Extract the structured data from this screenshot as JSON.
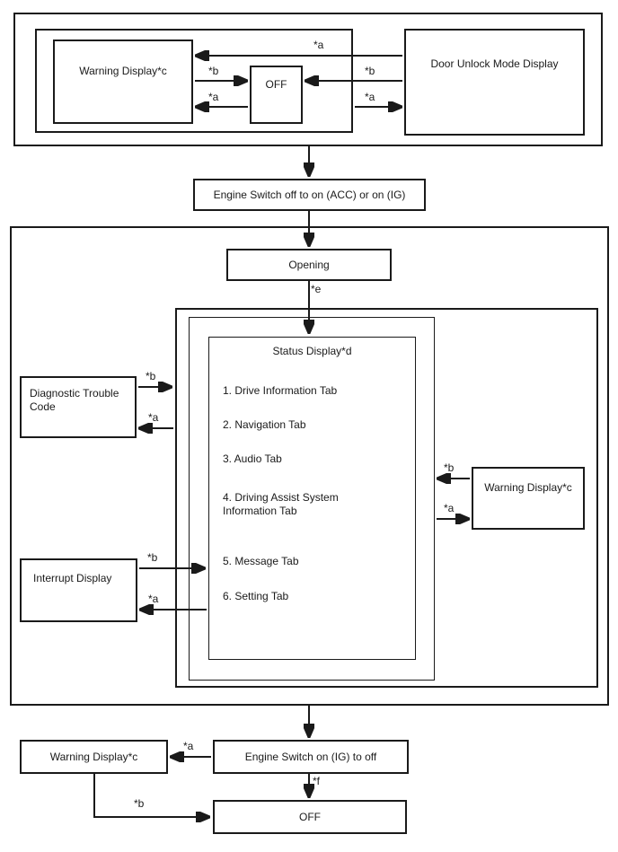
{
  "diagram": {
    "top_section": {
      "warning_display": "Warning Display*c",
      "off": "OFF",
      "door_unlock": "Door Unlock Mode Display",
      "arrows": {
        "door_to_warning": "*a",
        "warning_to_off": "*b",
        "off_to_warning": "*a",
        "door_to_off": "*b",
        "to_door": "*a"
      }
    },
    "engine_switch_on": "Engine Switch off to on (ACC) or on (IG)",
    "main_section": {
      "opening": "Opening",
      "opening_to_status": "*e",
      "status_display": {
        "title": "Status Display*d",
        "items": [
          "1. Drive Information Tab",
          "2. Navigation Tab",
          "3. Audio Tab",
          "4. Driving Assist System Information Tab",
          "5. Message Tab",
          "6. Setting Tab"
        ]
      },
      "diagnostic_trouble_code": "Diagnostic Trouble Code",
      "interrupt_display": "Interrupt Display",
      "warning_display": "Warning Display*c",
      "arrows": {
        "dtc_to_status": "*b",
        "status_to_dtc": "*a",
        "interrupt_to_status": "*b",
        "status_to_interrupt": "*a",
        "warning_to_status": "*b",
        "status_to_warning": "*a"
      }
    },
    "bottom_section": {
      "warning_display": "Warning Display*c",
      "engine_switch_off": "Engine Switch on (IG) to off",
      "off": "OFF",
      "arrows": {
        "engine_to_warning": "*a",
        "engine_to_off": "*f",
        "warning_to_off": "*b"
      }
    }
  }
}
